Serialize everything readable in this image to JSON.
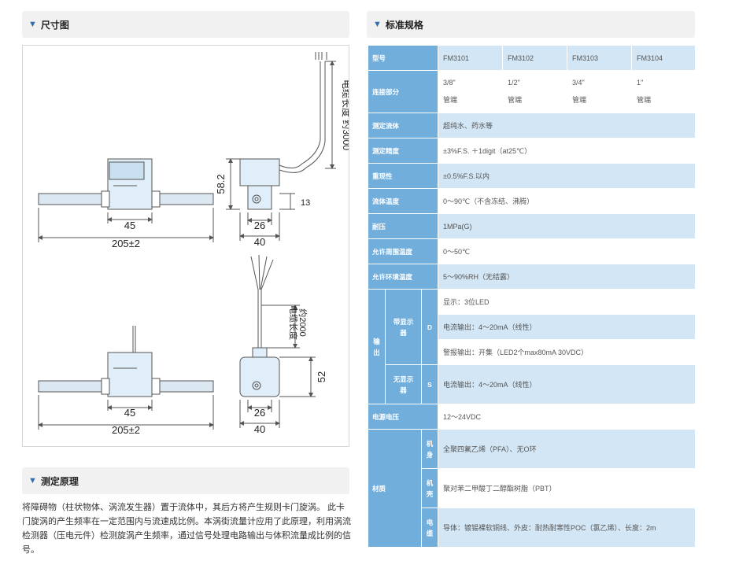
{
  "dimension": {
    "title": "尺寸图",
    "labels": {
      "cable_top": "电缆长度 约3000",
      "cable_bottom_1": "电缆长度",
      "cable_bottom_2": "约2000",
      "h_top": "58.2",
      "h_bottom": "52",
      "small_13": "13",
      "w_45": "45",
      "w_205": "205±2",
      "w_26": "26",
      "w_40": "40"
    }
  },
  "principle": {
    "title": "测定原理",
    "text": "将障碍物（柱状物体、涡流发生器）置于流体中，其后方将产生规则卡门旋涡。 此卡门旋涡的产生频率在一定范围内与流速成比例。本涡街流量计应用了此原理，利用涡流检测器（压电元件）检测旋涡产生频率，通过信号处理电路输出与体积流量成比例的信号。"
  },
  "spec": {
    "title": "标准规格",
    "model_label": "型号",
    "models": [
      "FM3101",
      "FM3102",
      "FM3103",
      "FM3104"
    ],
    "connection_label": "连接部分",
    "connections": [
      {
        "size": "3/8\"",
        "type": "管端"
      },
      {
        "size": "1/2\"",
        "type": "管端"
      },
      {
        "size": "3/4\"",
        "type": "管端"
      },
      {
        "size": "1\"",
        "type": "管端"
      }
    ],
    "rows": [
      {
        "label": "测定流体",
        "value": "超纯水、药水等"
      },
      {
        "label": "测定精度",
        "value": "±3%F.S. ＋1digit（at25℃）"
      },
      {
        "label": "重现性",
        "value": "±0.5%F.S.以内"
      },
      {
        "label": "流体温度",
        "value": "0～90℃（不含冻结、沸腾）"
      },
      {
        "label": "耐压",
        "value": "1MPa(G)"
      },
      {
        "label": "允许周围温度",
        "value": "0～50℃"
      },
      {
        "label": "允许环境温度",
        "value": "5～90%RH（无结露）"
      }
    ],
    "output": {
      "label_1": "输",
      "label_2": "出",
      "with_display": {
        "label_1": "带显示",
        "label_2": "器",
        "code": "D",
        "values": [
          "显示：3位LED",
          "电流输出：4～20mA（线性）",
          "警报输出：开集（LED2个max80mA 30VDC）"
        ]
      },
      "without_display": {
        "label_1": "无显示",
        "label_2": "器",
        "code": "S",
        "value": "电流输出：4～20mA（线性）"
      }
    },
    "power": {
      "label": "电源电压",
      "value": "12～24VDC"
    },
    "material": {
      "label": "材质",
      "items": [
        {
          "l1": "机",
          "l2": "身",
          "value": "全聚四氟乙烯（PFA）、无O环"
        },
        {
          "l1": "机",
          "l2": "壳",
          "value": "聚对苯二甲酸丁二醇酯树脂（PBT）"
        },
        {
          "l1": "电",
          "l2": "缆",
          "value": "导体：镀锡裸软铜线、外皮：耐热耐寒性POC（氯乙烯）、长度：2m"
        }
      ]
    }
  }
}
